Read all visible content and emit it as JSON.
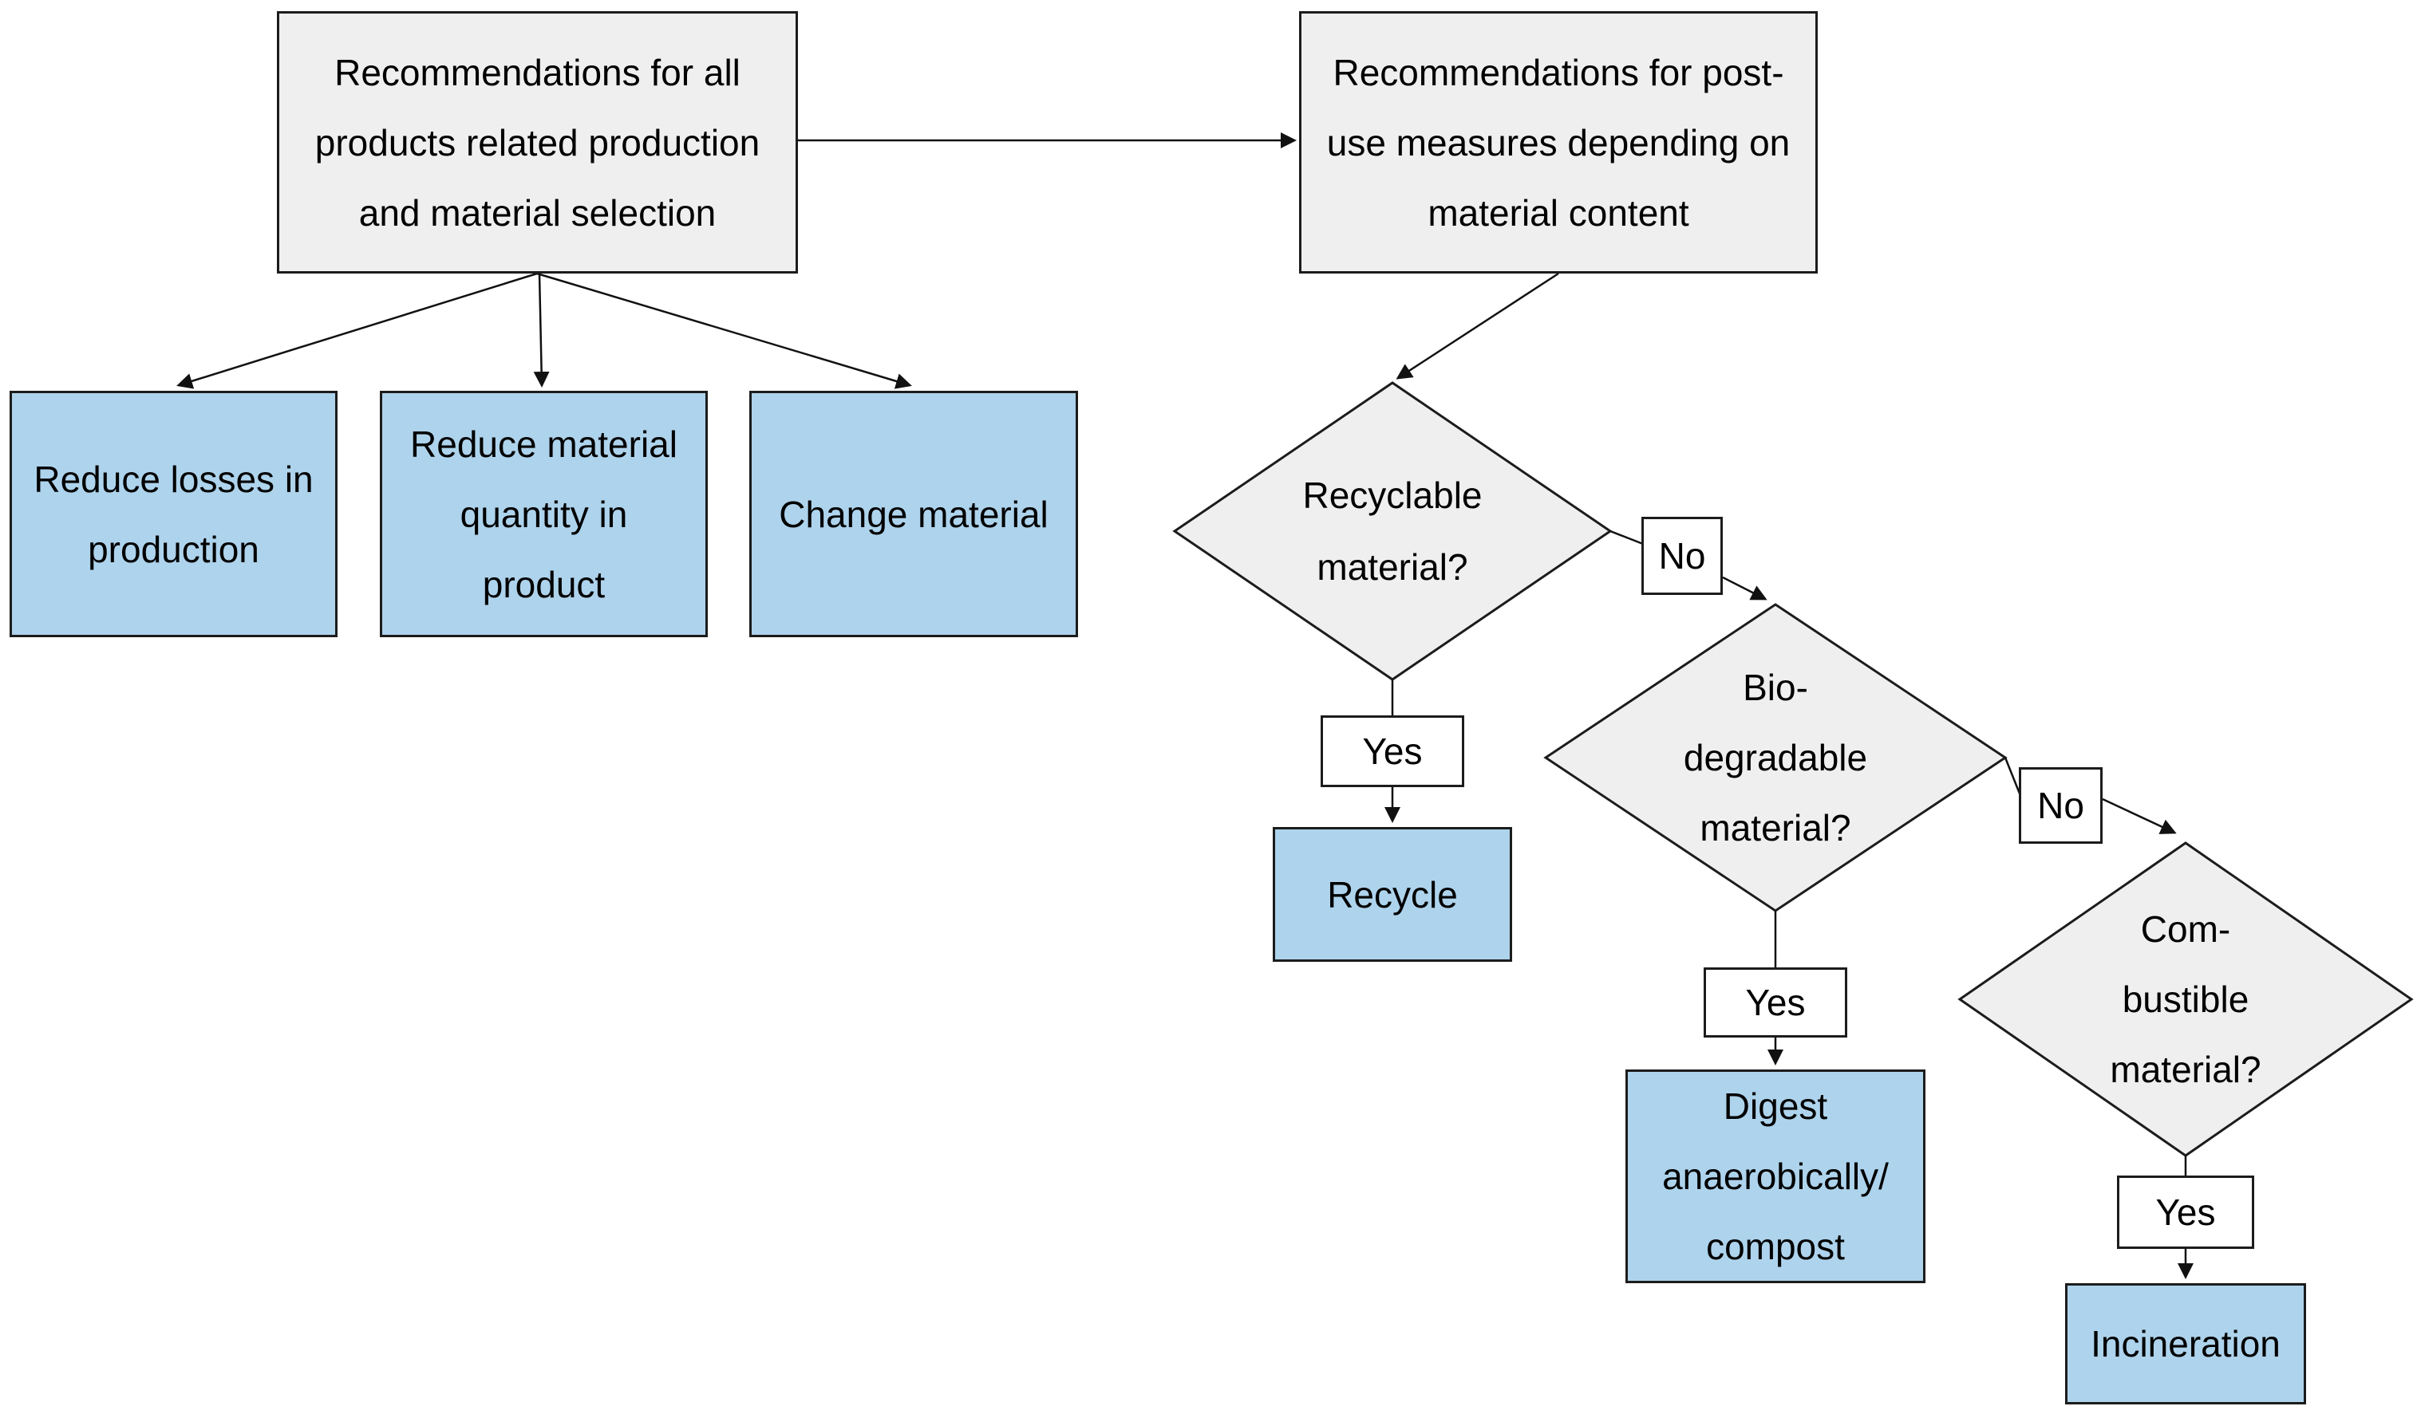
{
  "diagram": {
    "colors": {
      "recommendation_fill": "#efefef",
      "action_fill": "#aed3ec",
      "decision_fill": "#efefef",
      "yesno_fill": "#ffffff",
      "border": "#1c1c1c",
      "line": "#111111",
      "text": "#000000"
    },
    "nodes": {
      "prod": {
        "lines": [
          "Recommendations for all",
          "products related production",
          "and material selection"
        ]
      },
      "postuse": {
        "lines": [
          "Recommendations for post-",
          "use measures depending on",
          "material content"
        ]
      },
      "reduce_losses": {
        "lines": [
          "Reduce losses in",
          "production"
        ]
      },
      "reduce_quantity": {
        "lines": [
          "Reduce material",
          "quantity in",
          "product"
        ]
      },
      "change_material": {
        "lines": [
          "Change material"
        ]
      },
      "recyclable": {
        "lines": [
          "Recyclable",
          "material?"
        ]
      },
      "no1": {
        "label": "No"
      },
      "yes1": {
        "label": "Yes"
      },
      "recycle": {
        "label": "Recycle"
      },
      "biodegradable": {
        "lines": [
          "Bio-",
          "degradable",
          "material?"
        ]
      },
      "no2": {
        "label": "No"
      },
      "yes2": {
        "label": "Yes"
      },
      "digest": {
        "lines": [
          "Digest",
          "anaerobically/",
          "compost"
        ]
      },
      "combustible": {
        "lines": [
          "Com-",
          "bustible",
          "material?"
        ]
      },
      "yes3": {
        "label": "Yes"
      },
      "incineration": {
        "label": "Incineration"
      }
    }
  }
}
